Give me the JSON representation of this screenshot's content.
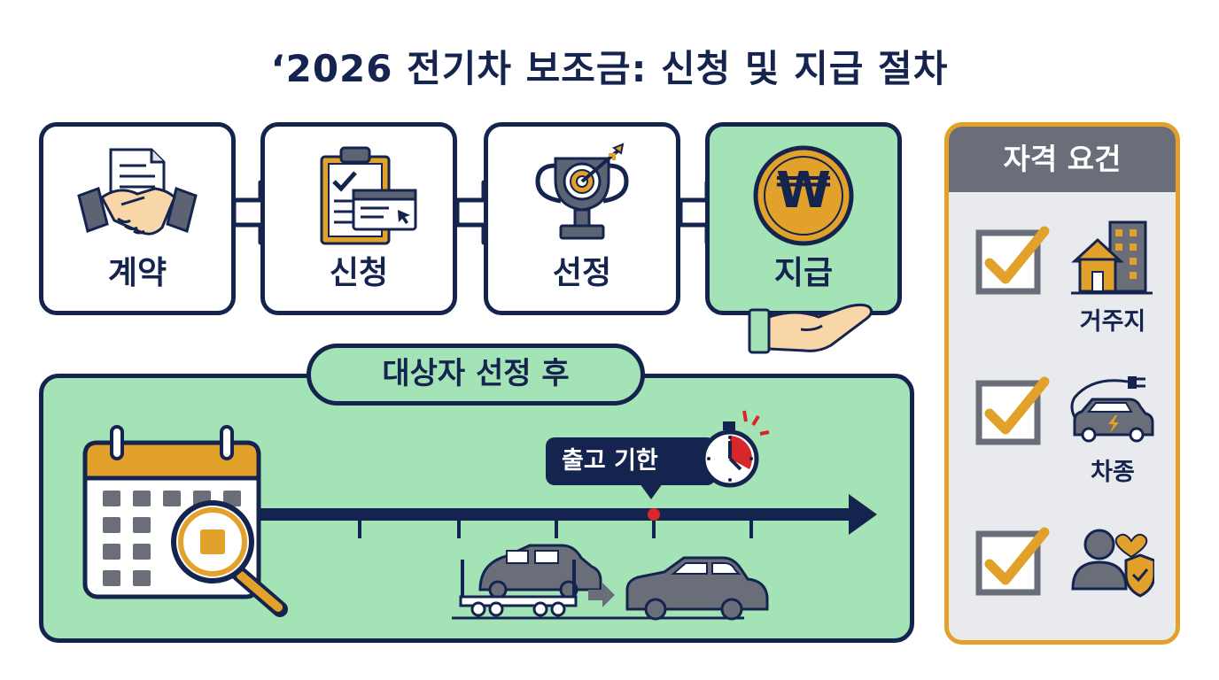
{
  "title": "‘2026 전기차 보조금: 신청 및 지급 절차",
  "steps": [
    {
      "label": "계약",
      "icon": "handshake-contract-icon"
    },
    {
      "label": "신청",
      "icon": "clipboard-application-icon"
    },
    {
      "label": "선정",
      "icon": "trophy-target-icon"
    },
    {
      "label": "지급",
      "icon": "won-coin-icon",
      "symbol": "₩"
    }
  ],
  "stage": {
    "label": "대상자 선정 후",
    "callout": "출고 기한",
    "icons": [
      "calendar-magnifier-icon",
      "timeline-arrow-icon",
      "stopwatch-icon",
      "car-carrier-truck-icon",
      "car-icon"
    ]
  },
  "requirements": {
    "title": "자격 요건",
    "items": [
      {
        "label": "거주지",
        "icon": "house-building-icon"
      },
      {
        "label": "차종",
        "icon": "electric-car-plug-icon"
      },
      {
        "label": "",
        "icon": "person-heart-shield-icon"
      }
    ]
  },
  "colors": {
    "navy": "#14244f",
    "green": "#a3e3b6",
    "gold": "#e2a12a",
    "gray": "#6a6e79",
    "red": "#d8262b"
  }
}
